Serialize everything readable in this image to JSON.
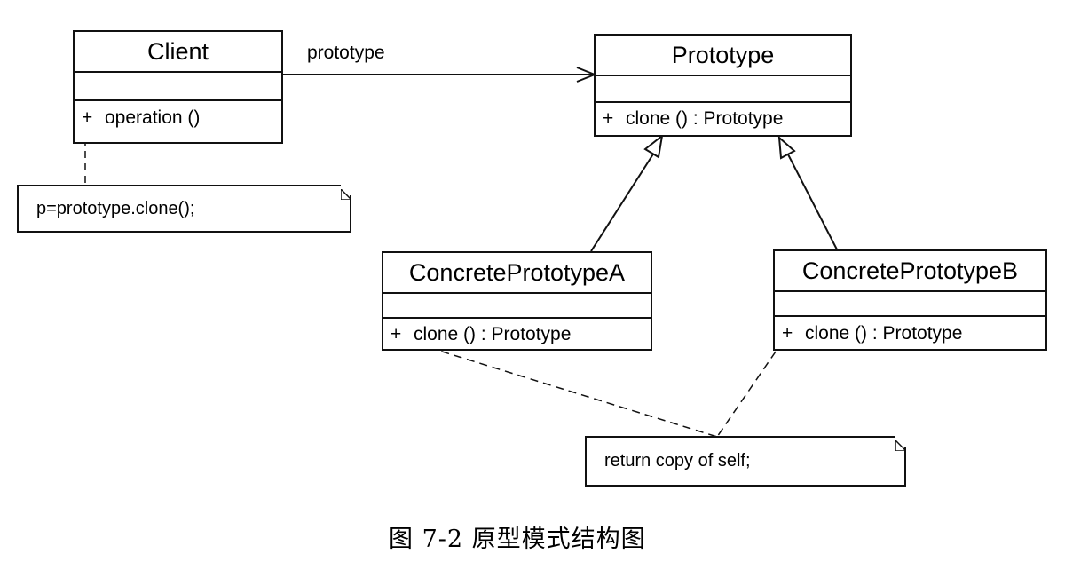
{
  "classes": {
    "client": {
      "name": "Client",
      "op_vis": "+",
      "op": "operation ()"
    },
    "prototype": {
      "name": "Prototype",
      "op_vis": "+",
      "op": "clone ()  : Prototype"
    },
    "concrete_a": {
      "name": "ConcretePrototypeA",
      "op_vis": "+",
      "op": "clone ()  : Prototype"
    },
    "concrete_b": {
      "name": "ConcretePrototypeB",
      "op_vis": "+",
      "op": "clone ()  : Prototype"
    }
  },
  "association_label": "prototype",
  "notes": {
    "client_note": "p=prototype.clone();",
    "clone_note": "return copy of self;"
  },
  "caption": "图 7-2   原型模式结构图"
}
